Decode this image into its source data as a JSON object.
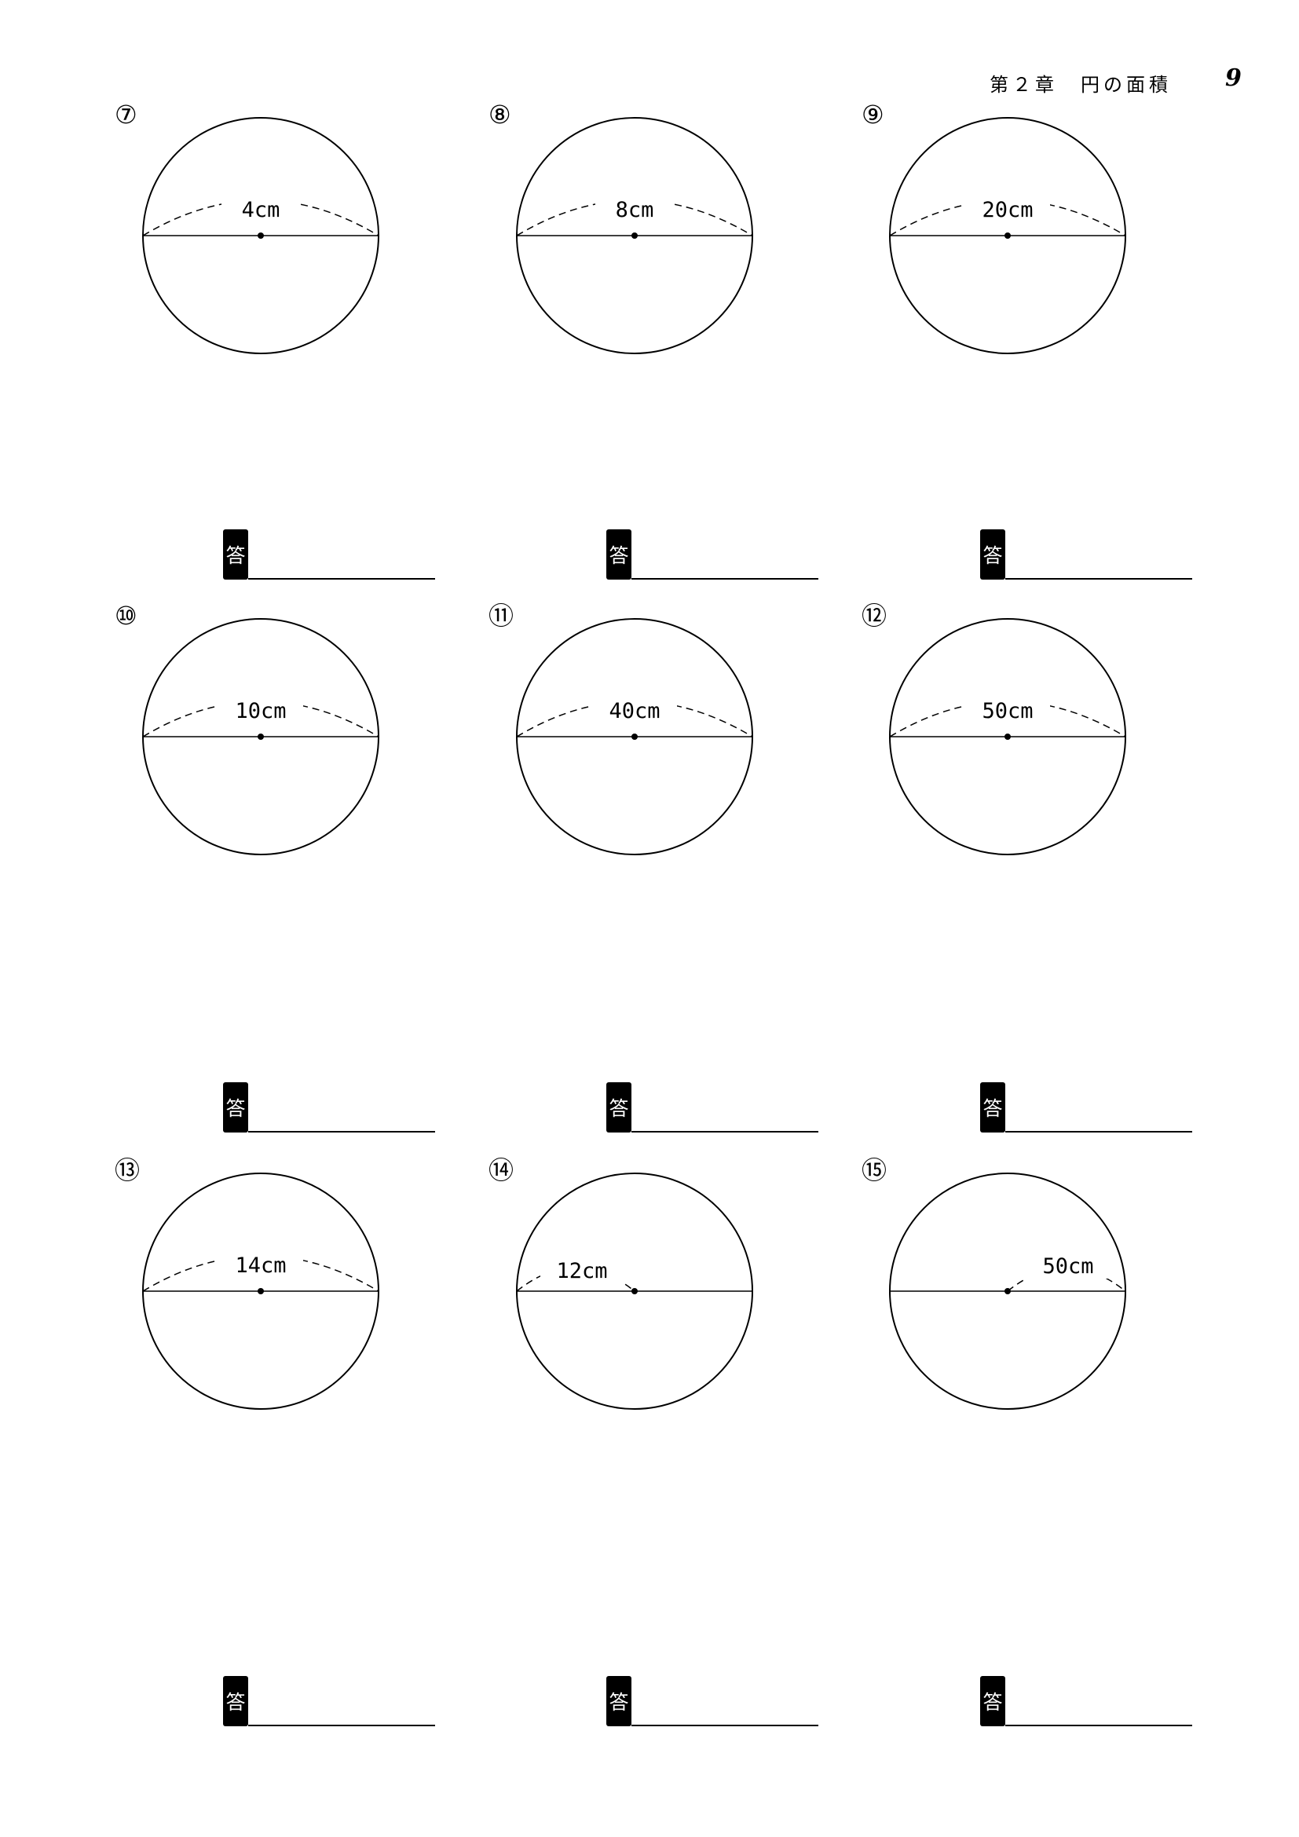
{
  "header": {
    "chapter": "第２章　円の面積",
    "page_number": "9"
  },
  "answer_label": "答",
  "problems": [
    {
      "number": "⑦",
      "measure": "4cm",
      "type": "diameter"
    },
    {
      "number": "⑧",
      "measure": "8cm",
      "type": "diameter"
    },
    {
      "number": "⑨",
      "measure": "20cm",
      "type": "diameter"
    },
    {
      "number": "⑩",
      "measure": "10cm",
      "type": "diameter"
    },
    {
      "number": "⑪",
      "measure": "40cm",
      "type": "diameter"
    },
    {
      "number": "⑫",
      "measure": "50cm",
      "type": "diameter"
    },
    {
      "number": "⑬",
      "measure": "14cm",
      "type": "diameter"
    },
    {
      "number": "⑭",
      "measure": "12cm",
      "type": "radius-left"
    },
    {
      "number": "⑮",
      "measure": "50cm",
      "type": "radius-right"
    }
  ]
}
